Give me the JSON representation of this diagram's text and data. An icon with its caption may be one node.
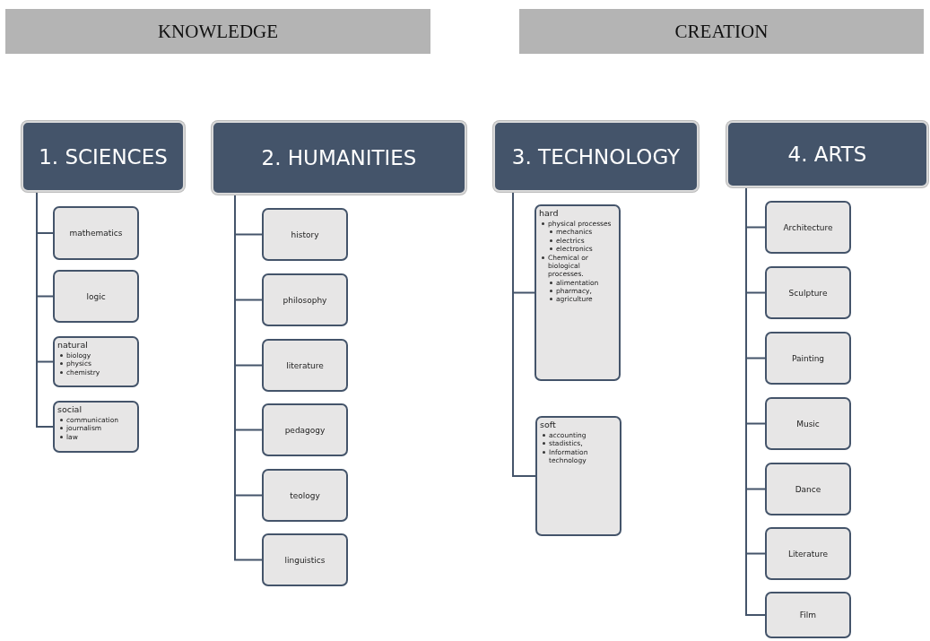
{
  "diagram": {
    "nodes": [
      {
        "text": [
          "KNOWLEDGE"
        ]
      },
      {
        "text": [
          "CREATION"
        ]
      },
      {
        "text": [
          "1. SCIENCES"
        ]
      },
      {
        "text": [
          "mathematics"
        ]
      },
      {
        "text": [
          "logic"
        ]
      },
      {
        "text": [
          "natural",
          "biology",
          "physics",
          "chemistry"
        ]
      },
      {
        "text": [
          "social",
          "communication",
          "journalism",
          "law"
        ]
      },
      {
        "text": [
          "2. HUMANITIES"
        ]
      },
      {
        "text": [
          "history"
        ]
      },
      {
        "text": [
          "philosophy"
        ]
      },
      {
        "text": [
          "literature"
        ]
      },
      {
        "text": [
          "pedagogy"
        ]
      },
      {
        "text": [
          "teology"
        ]
      },
      {
        "text": [
          "linguistics"
        ]
      },
      {
        "text": [
          "3. TECHNOLOGY"
        ]
      },
      {
        "text": [
          "hard",
          "physical processes",
          "mechanics",
          "electrics",
          "electronics",
          "Chemical or biological processes.",
          "alimentation",
          "pharmacy,",
          "agriculture"
        ]
      },
      {
        "text": [
          "soft",
          "accounting",
          "stadistics,",
          "Information technology"
        ]
      },
      {
        "text": [
          "4. ARTS"
        ]
      },
      {
        "text": [
          "Architecture"
        ]
      },
      {
        "text": [
          "Sculpture"
        ]
      },
      {
        "text": [
          "Painting"
        ]
      },
      {
        "text": [
          "Music"
        ]
      },
      {
        "text": [
          "Dance"
        ]
      },
      {
        "text": [
          "Literature"
        ]
      },
      {
        "text": [
          "Film"
        ]
      }
    ],
    "edges": [
      {
        "from": 2,
        "to": 3,
        "arrow": "none"
      },
      {
        "from": 2,
        "to": 4,
        "arrow": "none"
      },
      {
        "from": 2,
        "to": 5,
        "arrow": "none"
      },
      {
        "from": 2,
        "to": 6,
        "arrow": "none"
      },
      {
        "from": 7,
        "to": 8,
        "arrow": "none"
      },
      {
        "from": 7,
        "to": 9,
        "arrow": "none"
      },
      {
        "from": 7,
        "to": 10,
        "arrow": "none"
      },
      {
        "from": 7,
        "to": 11,
        "arrow": "none"
      },
      {
        "from": 7,
        "to": 12,
        "arrow": "none"
      },
      {
        "from": 7,
        "to": 13,
        "arrow": "none"
      },
      {
        "from": 14,
        "to": 15,
        "arrow": "none"
      },
      {
        "from": 14,
        "to": 16,
        "arrow": "none"
      },
      {
        "from": 17,
        "to": 18,
        "arrow": "none"
      },
      {
        "from": 17,
        "to": 19,
        "arrow": "none"
      },
      {
        "from": 17,
        "to": 20,
        "arrow": "none"
      },
      {
        "from": 17,
        "to": 21,
        "arrow": "none"
      },
      {
        "from": 17,
        "to": 22,
        "arrow": "none"
      },
      {
        "from": 17,
        "to": 23,
        "arrow": "none"
      },
      {
        "from": 17,
        "to": 24,
        "arrow": "none"
      }
    ]
  }
}
